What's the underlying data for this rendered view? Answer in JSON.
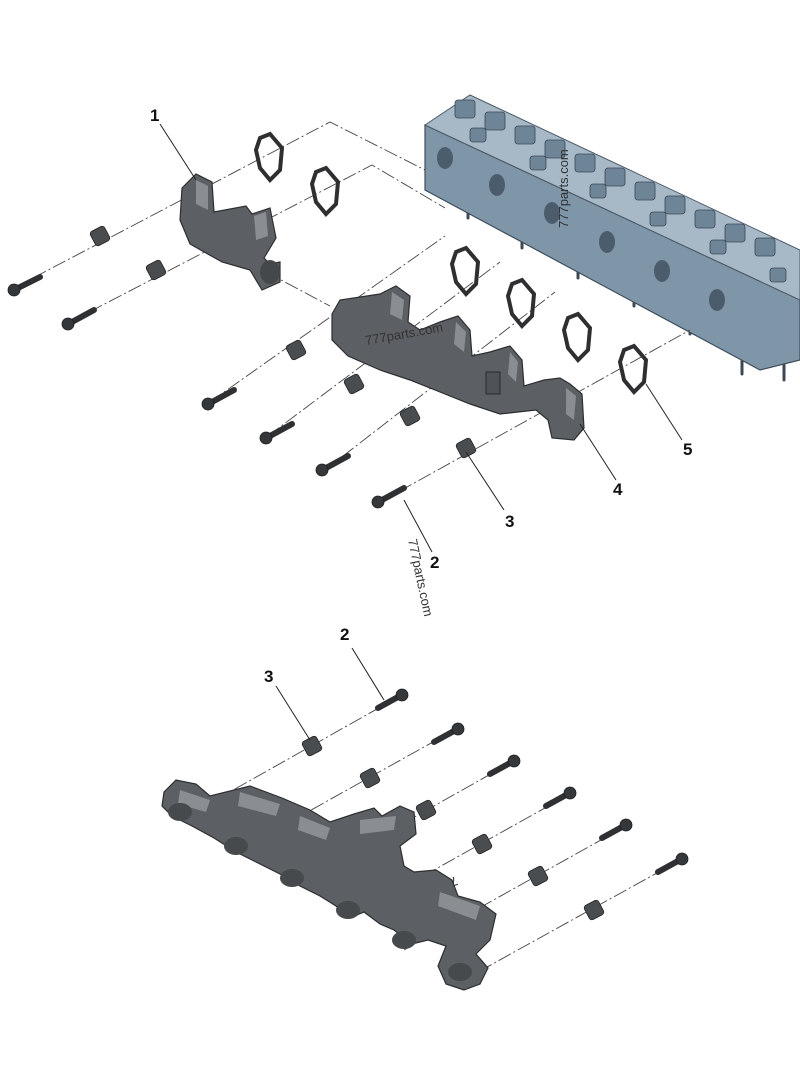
{
  "callouts": {
    "c1": "1",
    "c2_top": "2",
    "c3_top": "3",
    "c4": "4",
    "c5": "5",
    "c2_bottom": "2",
    "c3_bottom": "3"
  },
  "watermark": {
    "text": "777parts.com"
  },
  "colors": {
    "manifold": "#5c5f63",
    "cylinder_head": "#7f95a8",
    "background": "#ffffff"
  }
}
